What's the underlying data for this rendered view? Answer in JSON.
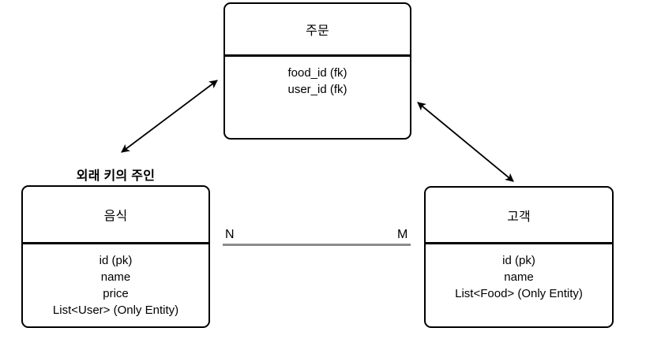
{
  "diagram": {
    "entities": {
      "order": {
        "title": "주문",
        "fields": [
          "food_id (fk)",
          "user_id (fk)"
        ]
      },
      "food": {
        "annotation": "외래 키의 주인",
        "title": "음식",
        "fields": [
          "id (pk)",
          "name",
          "price",
          "List<User> (Only Entity)"
        ]
      },
      "customer": {
        "title": "고객",
        "fields": [
          "id (pk)",
          "name",
          "List<Food> (Only Entity)"
        ]
      }
    },
    "relation": {
      "left_cardinality": "N",
      "right_cardinality": "M"
    },
    "colors": {
      "entity_border": "#000000",
      "entity_background": "#ffffff",
      "text": "#000000",
      "relation_line": "#8c8c8c",
      "arrow": "#000000"
    }
  }
}
